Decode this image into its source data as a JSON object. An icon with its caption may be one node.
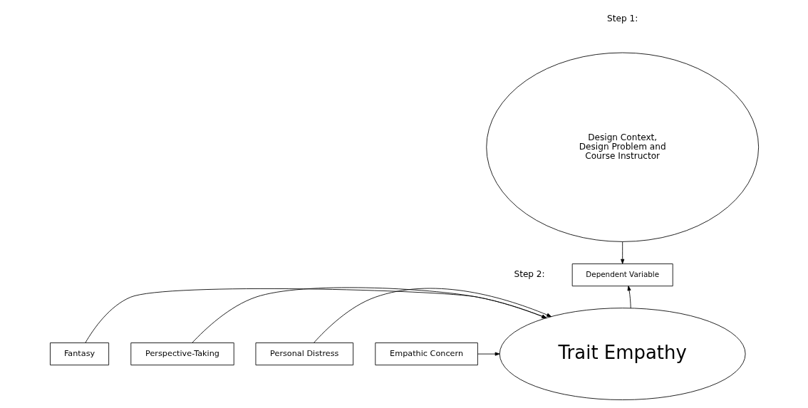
{
  "diagram": {
    "nodes": [
      {
        "text": [
          "Design Context, Design Problem and Course Instructor"
        ]
      },
      {
        "text": [
          "Dependent Variable"
        ]
      },
      {
        "text": [
          "Trait Empathy"
        ]
      },
      {
        "text": [
          "Fantasy"
        ]
      },
      {
        "text": [
          "Perspective-Taking"
        ]
      },
      {
        "text": [
          "Personal Distress"
        ]
      },
      {
        "text": [
          "Empathic Concern"
        ]
      }
    ],
    "edges": [
      {
        "from": 0,
        "to": 1,
        "arrow": "to"
      },
      {
        "from": 2,
        "to": 1,
        "arrow": "to"
      },
      {
        "from": 3,
        "to": 2,
        "arrow": "to"
      },
      {
        "from": 4,
        "to": 2,
        "arrow": "to"
      },
      {
        "from": 5,
        "to": 2,
        "arrow": "to"
      },
      {
        "from": 6,
        "to": 2,
        "arrow": "to"
      }
    ],
    "labels": [
      "Step 1:",
      "Step 2:"
    ]
  }
}
